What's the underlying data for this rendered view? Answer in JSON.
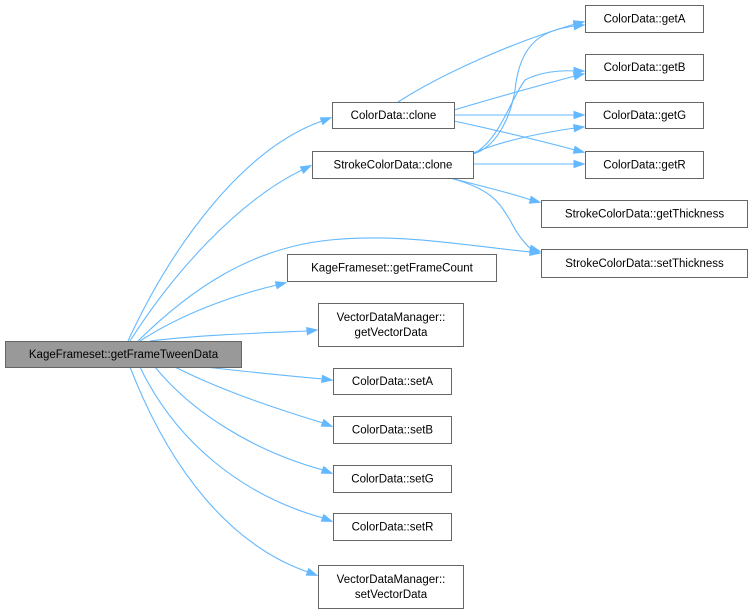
{
  "colors": {
    "edge": "#63b8ff",
    "node_border": "#666666",
    "node_fill": "#ffffff",
    "root_fill": "#999999"
  },
  "nodes": {
    "root": {
      "lines": [
        "KageFrameset::getFrameTweenData"
      ]
    },
    "colordata_clone": {
      "lines": [
        "ColorData::clone"
      ]
    },
    "strokecolordata_clone": {
      "lines": [
        "StrokeColorData::clone"
      ]
    },
    "getframecount": {
      "lines": [
        "KageFrameset::getFrameCount"
      ]
    },
    "getvectordata": {
      "lines": [
        "VectorDataManager::",
        "getVectorData"
      ]
    },
    "seta": {
      "lines": [
        "ColorData::setA"
      ]
    },
    "setb": {
      "lines": [
        "ColorData::setB"
      ]
    },
    "setg": {
      "lines": [
        "ColorData::setG"
      ]
    },
    "setr": {
      "lines": [
        "ColorData::setR"
      ]
    },
    "setvectordata": {
      "lines": [
        "VectorDataManager::",
        "setVectorData"
      ]
    },
    "geta": {
      "lines": [
        "ColorData::getA"
      ]
    },
    "getb": {
      "lines": [
        "ColorData::getB"
      ]
    },
    "getg": {
      "lines": [
        "ColorData::getG"
      ]
    },
    "getr": {
      "lines": [
        "ColorData::getR"
      ]
    },
    "getthickness": {
      "lines": [
        "StrokeColorData::getThickness"
      ]
    },
    "setthickness": {
      "lines": [
        "StrokeColorData::setThickness"
      ]
    }
  },
  "edges": [
    [
      "root",
      "colordata_clone"
    ],
    [
      "root",
      "strokecolordata_clone"
    ],
    [
      "root",
      "getframecount"
    ],
    [
      "root",
      "getvectordata"
    ],
    [
      "root",
      "seta"
    ],
    [
      "root",
      "setb"
    ],
    [
      "root",
      "setg"
    ],
    [
      "root",
      "setr"
    ],
    [
      "root",
      "setvectordata"
    ],
    [
      "root",
      "setthickness"
    ],
    [
      "colordata_clone",
      "geta"
    ],
    [
      "colordata_clone",
      "getb"
    ],
    [
      "colordata_clone",
      "getg"
    ],
    [
      "colordata_clone",
      "getr"
    ],
    [
      "strokecolordata_clone",
      "geta"
    ],
    [
      "strokecolordata_clone",
      "getb"
    ],
    [
      "strokecolordata_clone",
      "getg"
    ],
    [
      "strokecolordata_clone",
      "getr"
    ],
    [
      "strokecolordata_clone",
      "getthickness"
    ],
    [
      "strokecolordata_clone",
      "setthickness"
    ]
  ]
}
